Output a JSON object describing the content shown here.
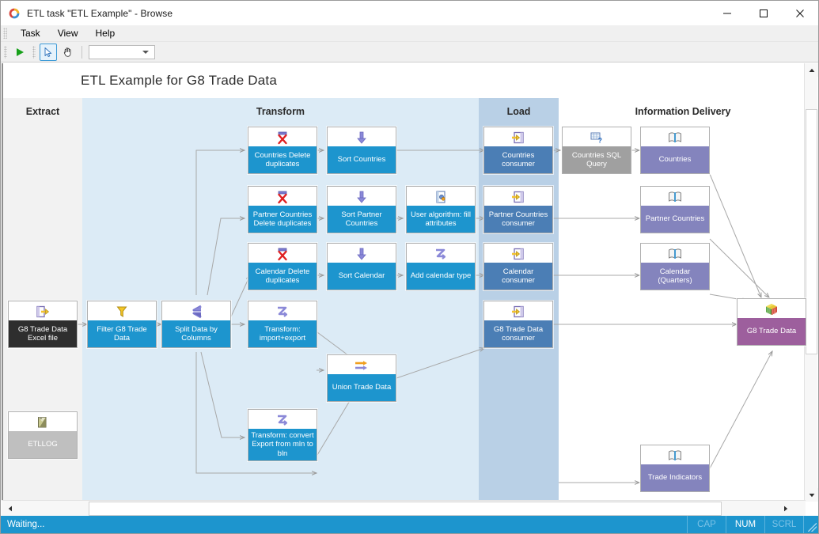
{
  "window": {
    "title": "ETL task \"ETL Example\" - Browse",
    "app_icon": "etl-app-icon",
    "minimize": "minimize-icon",
    "maximize": "maximize-icon",
    "close": "close-icon"
  },
  "menubar": {
    "items": [
      {
        "label": "Task",
        "accel": "a"
      },
      {
        "label": "View",
        "accel": "V"
      },
      {
        "label": "Help",
        "accel": "H"
      }
    ]
  },
  "toolbar": {
    "run_label": "run-icon",
    "select_label": "pointer-icon",
    "pan_label": "hand-icon",
    "combo_value": "",
    "combo_placeholder": ""
  },
  "diagram": {
    "title": "ETL Example for G8 Trade Data",
    "bands": [
      {
        "id": "extract",
        "label": "Extract"
      },
      {
        "id": "transform",
        "label": "Transform"
      },
      {
        "id": "load",
        "label": "Load"
      },
      {
        "id": "info",
        "label": "Information Delivery"
      }
    ],
    "nodes": [
      {
        "id": "excel",
        "label": "G8 Trade Data Excel file",
        "icon": "export-file-icon",
        "style": "lab-black",
        "band": "extract"
      },
      {
        "id": "etllog",
        "label": "ETLLOG",
        "icon": "log-book-icon",
        "style": "lab-ltgray",
        "band": "extract"
      },
      {
        "id": "filter",
        "label": "Filter G8 Trade Data",
        "icon": "funnel-icon",
        "style": "lab-blue",
        "band": "transform"
      },
      {
        "id": "split",
        "label": "Split Data by Columns",
        "icon": "split-icon",
        "style": "lab-blue",
        "band": "transform"
      },
      {
        "id": "cdelete",
        "label": "Countries Delete duplicates",
        "icon": "delete-dupes-icon",
        "style": "lab-blue",
        "band": "transform"
      },
      {
        "id": "pdelete",
        "label": "Partner Countries Delete duplicates",
        "icon": "delete-dupes-icon",
        "style": "lab-blue",
        "band": "transform"
      },
      {
        "id": "caldelete",
        "label": "Calendar Delete duplicates",
        "icon": "delete-dupes-icon",
        "style": "lab-blue",
        "band": "transform"
      },
      {
        "id": "sortc",
        "label": "Sort Countries",
        "icon": "sort-down-icon",
        "style": "lab-blue",
        "band": "transform"
      },
      {
        "id": "sortp",
        "label": "Sort Partner Countries",
        "icon": "sort-down-icon",
        "style": "lab-blue",
        "band": "transform"
      },
      {
        "id": "sortcal",
        "label": "Sort Calendar",
        "icon": "sort-down-icon",
        "style": "lab-blue",
        "band": "transform"
      },
      {
        "id": "useralg",
        "label": "User algorithm: fill attributes",
        "icon": "user-algorithm-icon",
        "style": "lab-blue",
        "band": "transform"
      },
      {
        "id": "addcal",
        "label": "Add calendar type",
        "icon": "transform-z-icon",
        "style": "lab-blue",
        "band": "transform"
      },
      {
        "id": "transimpexp",
        "label": "Transform: import+export",
        "icon": "transform-z-icon",
        "style": "lab-blue",
        "band": "transform"
      },
      {
        "id": "transconv",
        "label": "Transform: convert Export from mln to bln",
        "icon": "transform-z-icon",
        "style": "lab-blue",
        "band": "transform"
      },
      {
        "id": "union",
        "label": "Union Trade Data",
        "icon": "union-arrows-icon",
        "style": "lab-blue",
        "band": "transform"
      },
      {
        "id": "ccons",
        "label": "Countries consumer",
        "icon": "consumer-icon",
        "style": "lab-dkblue",
        "band": "load"
      },
      {
        "id": "pcons",
        "label": "Partner Countries consumer",
        "icon": "consumer-icon",
        "style": "lab-dkblue",
        "band": "load"
      },
      {
        "id": "calcons",
        "label": "Calendar consumer",
        "icon": "consumer-icon",
        "style": "lab-dkblue",
        "band": "load"
      },
      {
        "id": "g8cons",
        "label": "G8 Trade Data consumer",
        "icon": "consumer-icon",
        "style": "lab-dkblue",
        "band": "load"
      },
      {
        "id": "sqlquery",
        "label": "Countries SQL Query",
        "icon": "sql-query-icon",
        "style": "lab-gray",
        "band": "info"
      },
      {
        "id": "countries",
        "label": "Countries",
        "icon": "dictionary-icon",
        "style": "lab-purple",
        "band": "info"
      },
      {
        "id": "pcountries",
        "label": "Partner Countries",
        "icon": "dictionary-icon",
        "style": "lab-purple",
        "band": "info"
      },
      {
        "id": "calquarters",
        "label": "Calendar (Quarters)",
        "icon": "dictionary-icon",
        "style": "lab-purple",
        "band": "info"
      },
      {
        "id": "g8trade",
        "label": "G8 Trade Data",
        "icon": "cube-icon",
        "style": "lab-mauve",
        "band": "info"
      },
      {
        "id": "tradeind",
        "label": "Trade Indicators",
        "icon": "dictionary-icon",
        "style": "lab-purple",
        "band": "info"
      }
    ]
  },
  "statusbar": {
    "message": "Waiting...",
    "cap": "CAP",
    "num": "NUM",
    "scrl": "SCRL"
  },
  "colors": {
    "accent": "#1d95ce",
    "band_transform": "#dcebf6",
    "band_load": "#b9d0e6",
    "band_extract": "#f2f2f2",
    "node_load": "#4b7eb5",
    "node_info": "#8484bd",
    "node_cube": "#9d5f9d"
  }
}
